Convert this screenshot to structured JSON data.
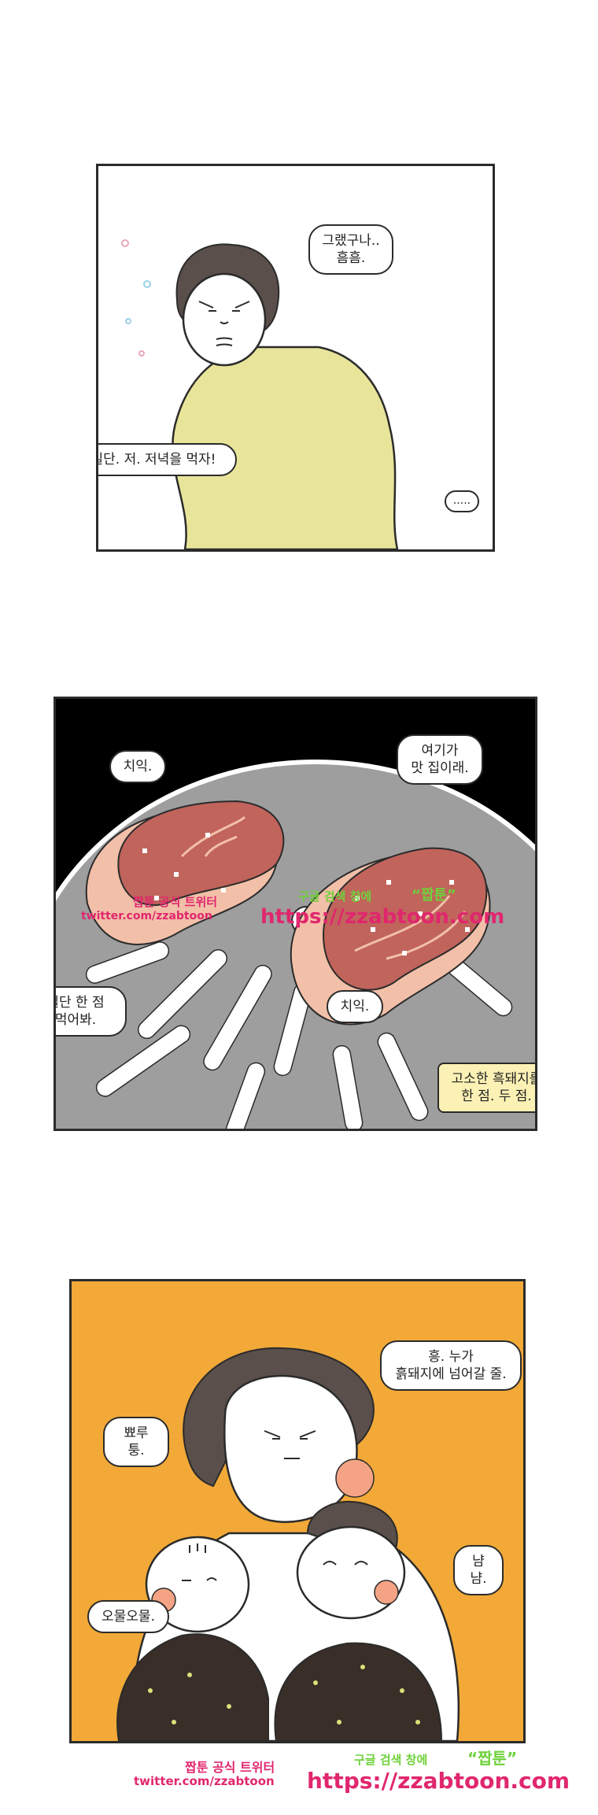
{
  "panel1": {
    "bubble_top": "그랬구나..\n흠흠.",
    "bubble_left": "일단. 저. 저녁을 먹자!",
    "bubble_dots": "....."
  },
  "panel2": {
    "bubble_sizzle_top": "치익.",
    "bubble_top_right": "여기가\n맛 집이래.",
    "bubble_left": "일단 한 점\n먹어봐.",
    "bubble_sizzle_mid": "치익.",
    "caption": "고소한 흑돼지를\n한 점. 두 점.",
    "watermark": {
      "brand": "짭툰 공식 트위터",
      "twitter": "twitter.com/zzabtoon",
      "search_prefix": "구글 검색 창에",
      "search_term": "“짭툰”",
      "url": "https://zzabtoon.com"
    }
  },
  "panel3": {
    "bubble_top_right": "흥. 누가\n흙돼지에 넘어갈 줄.",
    "bubble_left": "뾰루퉁.",
    "bubble_right": "냠냠.",
    "bubble_bottom_left": "오물오물."
  },
  "footer_watermark": {
    "brand": "짭툰 공식 트위터",
    "twitter": "twitter.com/zzabtoon",
    "search_prefix": "구글 검색 창에",
    "search_term": "“짭툰”",
    "url": "https://zzabtoon.com"
  },
  "colors": {
    "yellow_sweater": "#e8e59a",
    "hair": "#5a4f4a",
    "grill": "#9e9e9e",
    "meat": "#c0645c",
    "fat": "#f2bfa8",
    "orange_bg": "#f2a938",
    "blush": "#f4a484",
    "dark_jacket": "#3a2e28"
  }
}
